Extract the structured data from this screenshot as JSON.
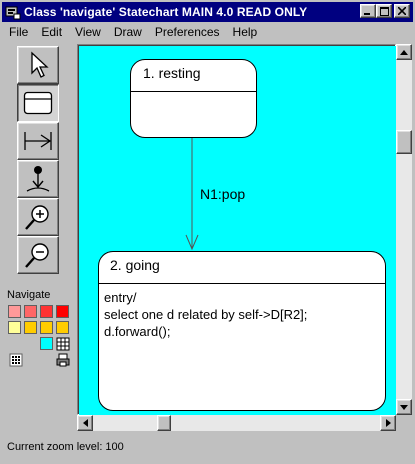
{
  "window": {
    "title": "Class 'navigate' Statechart   MAIN 4.0    READ ONLY",
    "buttons": [
      "minimize",
      "maximize",
      "close"
    ]
  },
  "menu": [
    {
      "label": "File"
    },
    {
      "label": "Edit"
    },
    {
      "label": "View"
    },
    {
      "label": "Draw"
    },
    {
      "label": "Preferences"
    },
    {
      "label": "Help"
    }
  ],
  "toolbar": {
    "tools": [
      {
        "name": "select-tool",
        "icon": "arrow-pointer-icon",
        "pressed": false
      },
      {
        "name": "state-tool",
        "icon": "state-box-icon",
        "pressed": true
      },
      {
        "name": "transition-tool",
        "icon": "transition-arrow-icon",
        "pressed": false
      },
      {
        "name": "initial-state-tool",
        "icon": "initial-state-icon",
        "pressed": false
      },
      {
        "name": "zoom-in-tool",
        "icon": "zoom-in-icon",
        "pressed": false
      },
      {
        "name": "zoom-out-tool",
        "icon": "zoom-out-icon",
        "pressed": false
      }
    ]
  },
  "navigate": {
    "label": "Navigate",
    "colors": [
      "#ff9999",
      "#ff6666",
      "#ff3333",
      "#ff0000",
      "#ffff99",
      "#ffcc00",
      "#ffcc00",
      "#ffcc00",
      "#00ffff"
    ]
  },
  "canvas": {
    "background": "#00ffff",
    "states": [
      {
        "name": "1. resting",
        "actions": []
      },
      {
        "name": "2. going",
        "actions": [
          "entry/",
          "select one d related by self->D[R2];",
          "d.forward();"
        ]
      }
    ],
    "transition": {
      "label": "N1:pop"
    }
  },
  "status": {
    "text": "Current zoom level: 100"
  }
}
